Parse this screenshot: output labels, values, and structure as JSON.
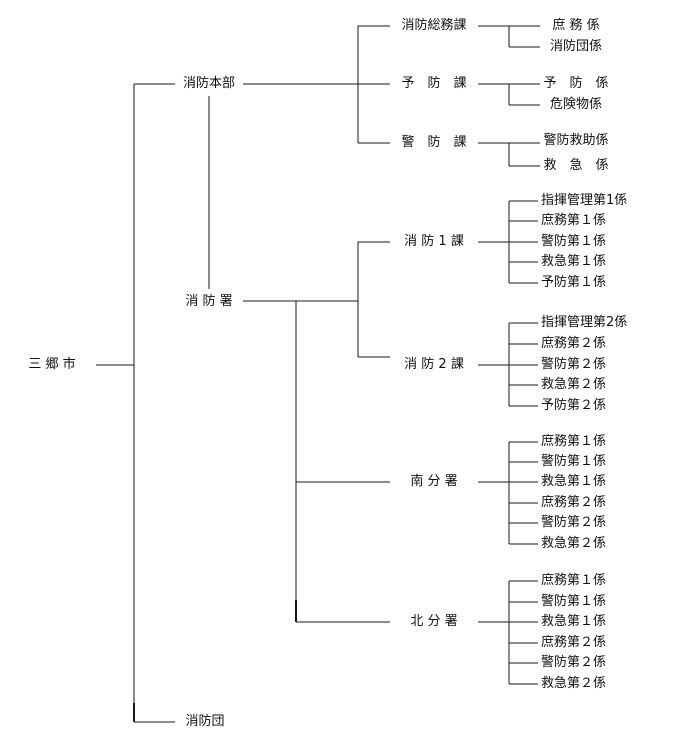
{
  "root": "三 郷 市",
  "honbu": {
    "label": "消防本部",
    "divisions": [
      {
        "label": "消防総務課",
        "units": [
          "庶 務 係",
          "消防団係"
        ]
      },
      {
        "label": "予　防　課",
        "units": [
          "予　防　係",
          "危険物係"
        ]
      },
      {
        "label": "警　防　課",
        "units": [
          "警防救助係",
          "救　急　係"
        ]
      }
    ]
  },
  "shobosho": {
    "label": "消 防 署",
    "divisions": [
      {
        "label": "消 防 1 課",
        "units": [
          "指揮管理第1係",
          "庶務第１係",
          "警防第１係",
          "救急第１係",
          "予防第１係"
        ]
      },
      {
        "label": "消 防 2 課",
        "units": [
          "指揮管理第2係",
          "庶務第２係",
          "警防第２係",
          "救急第２係",
          "予防第２係"
        ]
      }
    ],
    "branches": [
      {
        "label": "南 分 署",
        "units": [
          "庶務第１係",
          "警防第１係",
          "救急第１係",
          "庶務第２係",
          "警防第２係",
          "救急第２係"
        ]
      },
      {
        "label": "北 分 署",
        "units": [
          "庶務第１係",
          "警防第１係",
          "救急第１係",
          "庶務第２係",
          "警防第２係",
          "救急第２係"
        ]
      }
    ]
  },
  "shobodan": {
    "label": "消防団"
  }
}
